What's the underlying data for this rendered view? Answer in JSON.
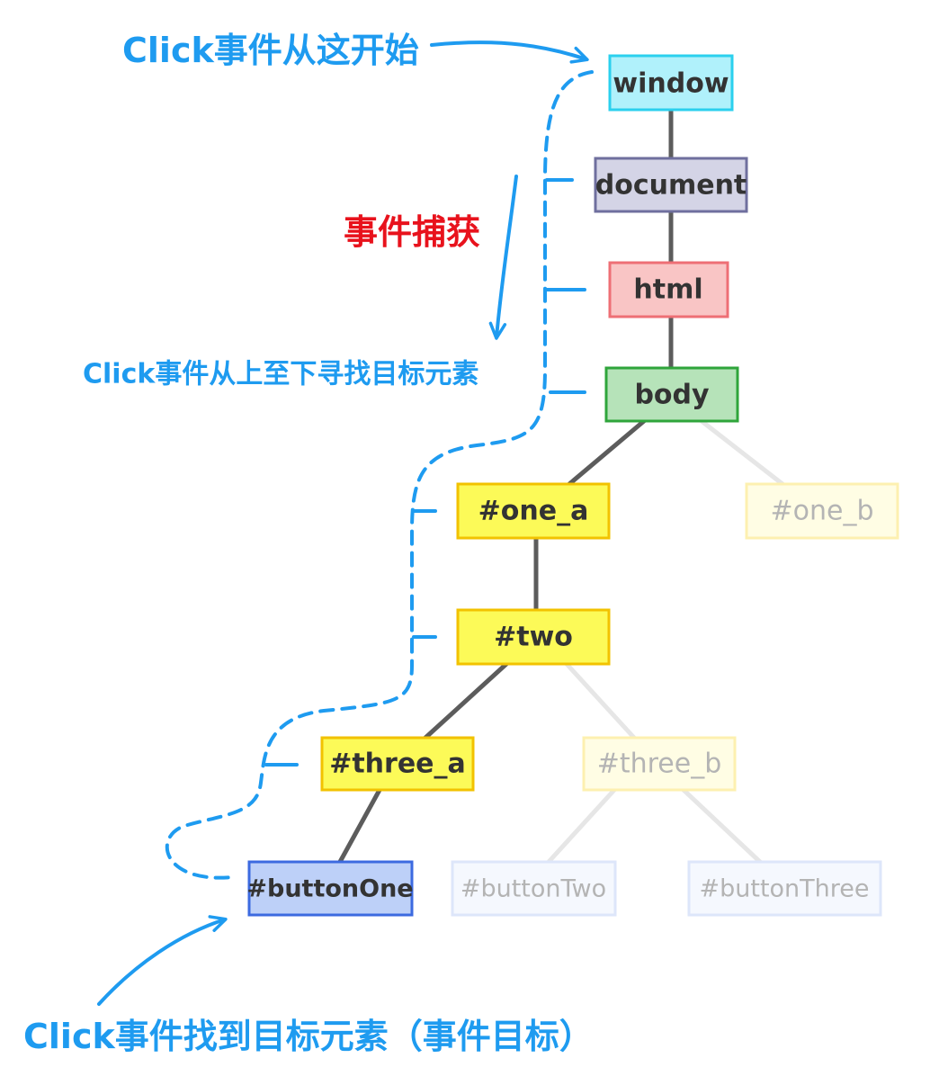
{
  "colors": {
    "annotation_blue": "#1e9bf0",
    "annotation_red": "#e8121c",
    "edge": "#5c5c5c",
    "edge_faded": "#e6e6e6"
  },
  "annotations": {
    "start": "Click事件从这开始",
    "capture": "事件捕获",
    "search": "Click事件从上至下寻找目标元素",
    "found": "Click事件找到目标元素（事件目标）"
  },
  "nodes": {
    "window": {
      "label": "window",
      "fill": "#b0f1fb",
      "stroke": "#2bd0ee"
    },
    "document": {
      "label": "document",
      "fill": "#d4d4e6",
      "stroke": "#6f6f9e"
    },
    "html": {
      "label": "html",
      "fill": "#f9c5c5",
      "stroke": "#ee6f75"
    },
    "body": {
      "label": "body",
      "fill": "#b6e3b9",
      "stroke": "#2fa53b"
    },
    "one_a": {
      "label": "#one_a",
      "fill": "#fcfa58",
      "stroke": "#f2c200"
    },
    "one_b": {
      "label": "#one_b",
      "fill": "#fffde4",
      "stroke": "#fdf0b0"
    },
    "two": {
      "label": "#two",
      "fill": "#fcfa58",
      "stroke": "#f2c200"
    },
    "three_a": {
      "label": "#three_a",
      "fill": "#fcfa58",
      "stroke": "#f2c200"
    },
    "three_b": {
      "label": "#three_b",
      "fill": "#fffde4",
      "stroke": "#fdf0b0"
    },
    "buttonOne": {
      "label": "#buttonOne",
      "fill": "#bdd0f8",
      "stroke": "#3c6ae0"
    },
    "buttonTwo": {
      "label": "#buttonTwo",
      "fill": "#f5f8fe",
      "stroke": "#dde6fa"
    },
    "buttonThree": {
      "label": "#buttonThree",
      "fill": "#f5f8fe",
      "stroke": "#dde6fa"
    }
  }
}
